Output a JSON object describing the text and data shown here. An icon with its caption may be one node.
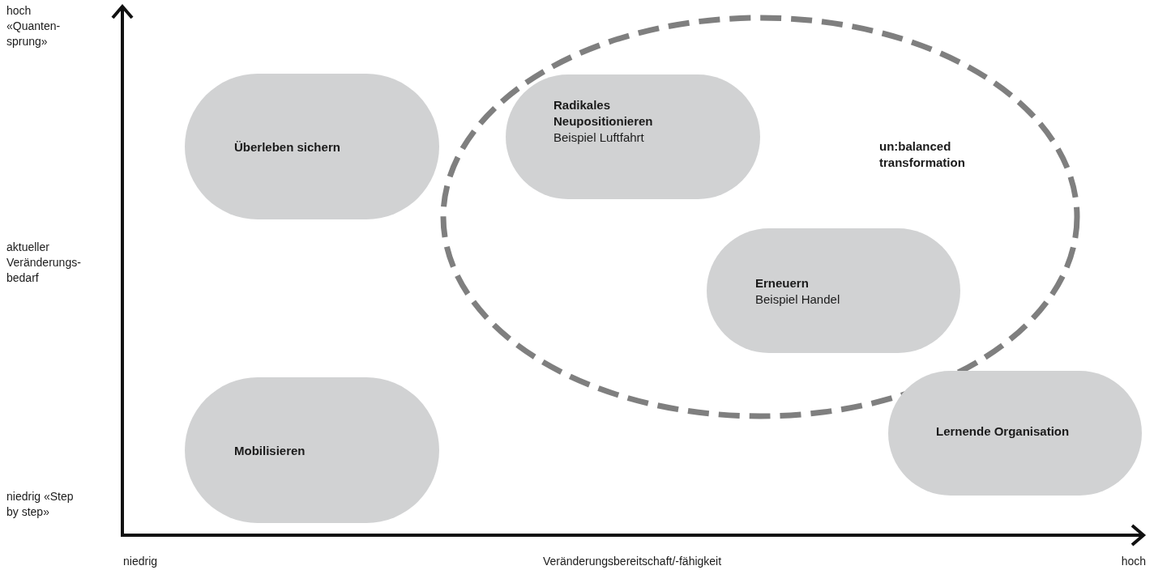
{
  "diagram": {
    "nodes": [
      {
        "text": [
          "Überleben sichern"
        ]
      },
      {
        "text": [
          "un:balanced transformation"
        ]
      },
      {
        "text": [
          "Radikales Neupositionieren",
          "Beispiel Luftfahrt"
        ],
        "in": 1
      },
      {
        "text": [
          "Erneuern",
          "Beispiel Handel"
        ],
        "in": 1
      },
      {
        "text": [
          "Mobilisieren"
        ]
      },
      {
        "text": [
          "Lernende Organisation"
        ]
      }
    ],
    "labels": [
      "hoch «Quanten-sprung»",
      "aktueller Veränderungs-bedarf",
      "niedrig «Step by step»",
      "niedrig",
      "Veränderungsbereitschaft/-fähigkeit",
      "hoch"
    ]
  }
}
